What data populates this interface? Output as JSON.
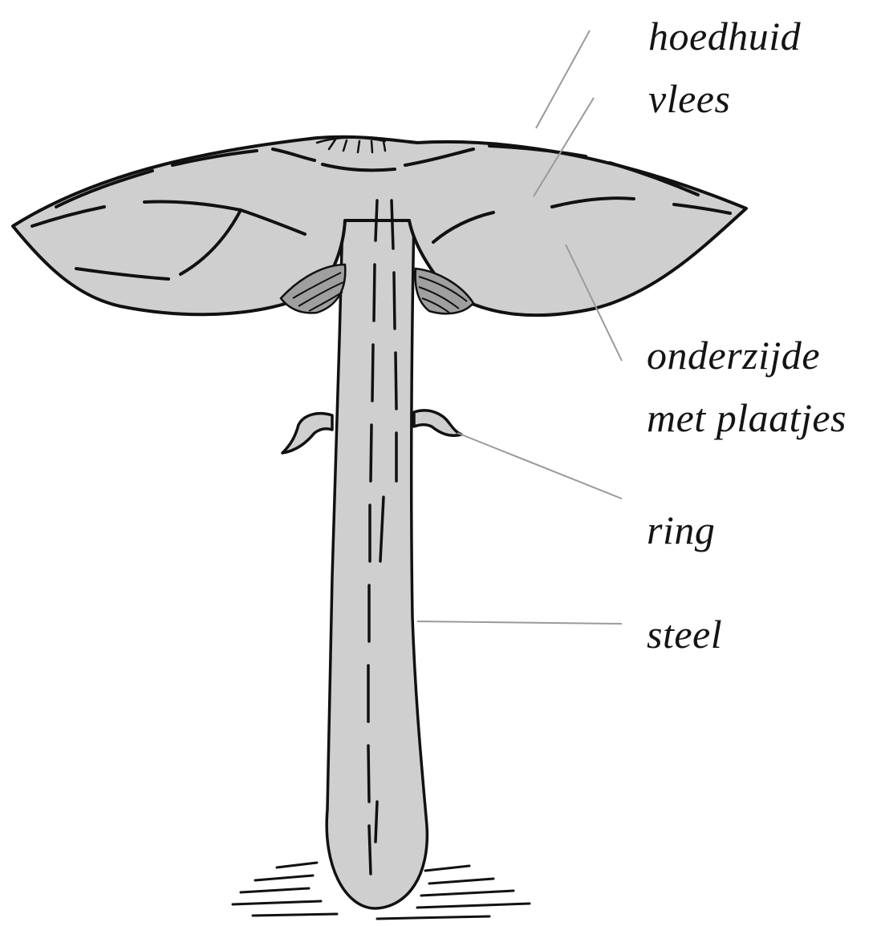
{
  "labels": {
    "hoedhuid": "hoedhuid",
    "vlees": "vlees",
    "onderzijde_line1": "onderzijde",
    "onderzijde_line2": "met plaatjes",
    "ring": "ring",
    "steel": "steel"
  },
  "colors": {
    "fill": "#cfcfcf",
    "outline": "#111111",
    "leader": "#9a9a9a",
    "background": "#ffffff"
  }
}
